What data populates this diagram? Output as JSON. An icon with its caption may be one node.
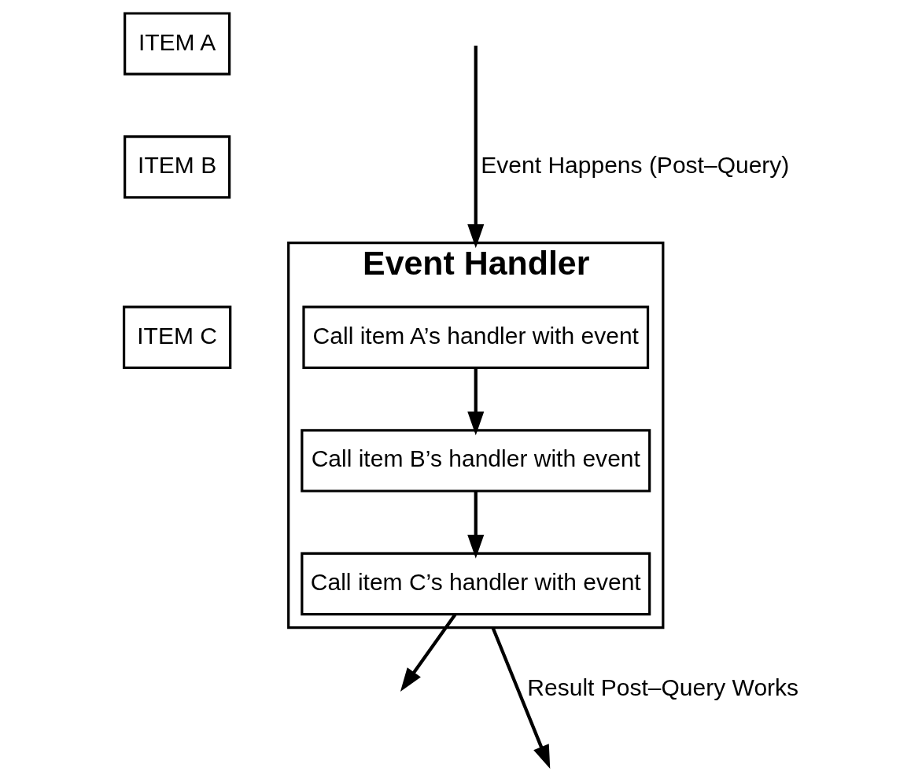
{
  "diagram": {
    "nodes": [
      {
        "text": [
          "Event Handler"
        ]
      },
      {
        "text": [
          "Call item A’s handler with event"
        ],
        "in": 0
      },
      {
        "text": [
          "Call item B’s handler with event"
        ],
        "in": 0
      },
      {
        "text": [
          "Call item C’s handler with event"
        ],
        "in": 0
      },
      {
        "text": [
          "ITEM A"
        ]
      },
      {
        "text": [
          "ITEM B"
        ]
      },
      {
        "text": [
          "ITEM C"
        ]
      }
    ],
    "edges": [
      {
        "from": null,
        "to": 0,
        "arrow": "to",
        "label": "Event Happens (Post–Query)"
      },
      {
        "from": 1,
        "to": 2,
        "arrow": "to"
      },
      {
        "from": 2,
        "to": 3,
        "arrow": "to"
      },
      {
        "from": 3,
        "to": null,
        "arrow": "to"
      },
      {
        "from": 0,
        "to": null,
        "arrow": "to",
        "label": "Result Post–Query Works"
      }
    ]
  }
}
